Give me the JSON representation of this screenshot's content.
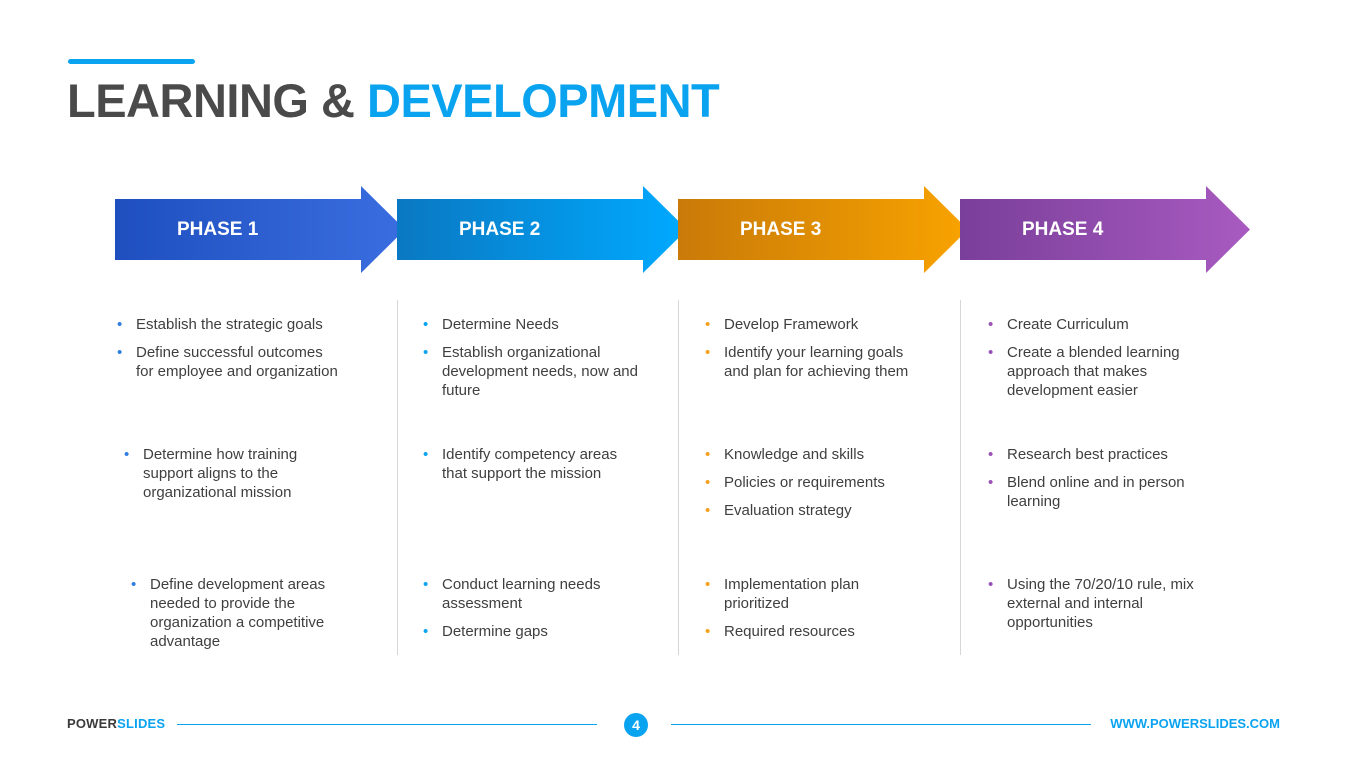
{
  "title": {
    "part1": "LEARNING & ",
    "part2": "DEVELOPMENT"
  },
  "phases": [
    {
      "label": "PHASE 1",
      "color_from": "#1f4fbf",
      "color_to": "#3a6ee0",
      "bullet_color": "#2f7de0"
    },
    {
      "label": "PHASE 2",
      "color_from": "#0a78c2",
      "color_to": "#00aaff",
      "bullet_color": "#0aa3f0"
    },
    {
      "label": "PHASE 3",
      "color_from": "#c97a08",
      "color_to": "#f8a300",
      "bullet_color": "#f4a11b"
    },
    {
      "label": "PHASE 4",
      "color_from": "#7a3f9a",
      "color_to": "#a85ac0",
      "bullet_color": "#9b52b8"
    }
  ],
  "columns": [
    {
      "groups": [
        [
          "Establish the strategic goals",
          "Define successful outcomes\nfor employee and organization"
        ],
        [
          "Determine how training\nsupport aligns to the\norganizational mission"
        ],
        [
          "Define development areas\nneeded to provide the\norganization a competitive\nadvantage"
        ]
      ]
    },
    {
      "groups": [
        [
          "Determine Needs",
          "Establish organizational\ndevelopment needs, now and\nfuture"
        ],
        [
          "Identify competency areas\nthat support the mission"
        ],
        [
          "Conduct learning needs\nassessment",
          "Determine gaps"
        ]
      ]
    },
    {
      "groups": [
        [
          "Develop Framework",
          "Identify your learning goals\nand plan for achieving them"
        ],
        [
          "Knowledge and skills",
          "Policies or requirements",
          "Evaluation strategy"
        ],
        [
          "Implementation plan\nprioritized",
          "Required resources"
        ]
      ]
    },
    {
      "groups": [
        [
          "Create Curriculum",
          "Create a blended learning\napproach that makes\ndevelopment easier"
        ],
        [
          "Research best practices",
          "Blend online and in person\nlearning"
        ],
        [
          "Using the 70/20/10 rule, mix\nexternal and internal\nopportunities"
        ]
      ]
    }
  ],
  "footer": {
    "brand_part1": "POWER",
    "brand_part2": "SLIDES",
    "page_number": "4",
    "url": "WWW.POWERSLIDES.COM"
  }
}
